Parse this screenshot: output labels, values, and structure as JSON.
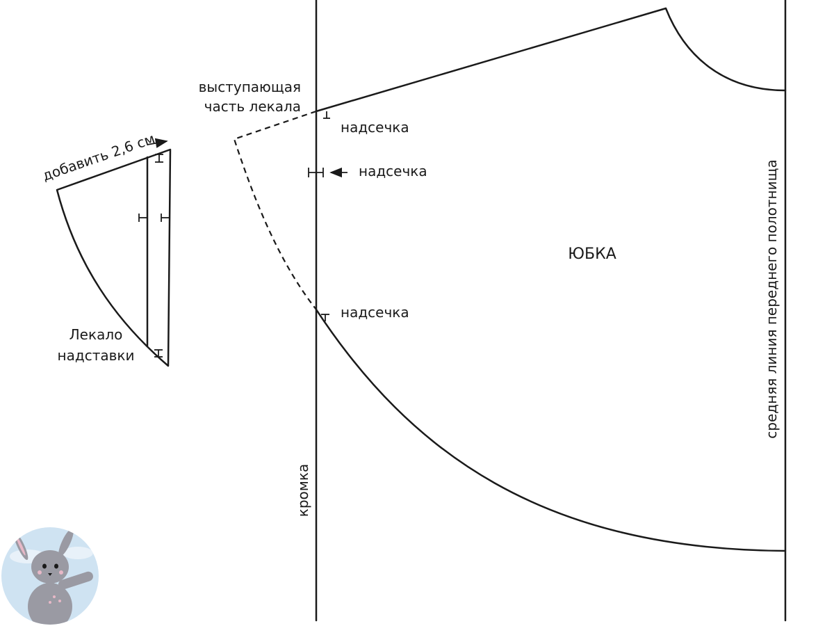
{
  "labels": {
    "protruding_part": [
      "выступающая",
      "часть лекала"
    ],
    "notch": "надсечка",
    "add_amount": "добавить 2,6 см",
    "skirt": "ЮБКА",
    "selvedge": "кромка",
    "center_front_line": "средняя линия переднего полотнища",
    "extension_template": [
      "Лекало",
      "надставки"
    ]
  },
  "colors": {
    "ink": "#1a1a1a",
    "background": "#ffffff",
    "logo_circle": "#cfe3f2",
    "logo_bunny": "#9a9aa3"
  },
  "logo": {
    "icon": "bunny-logo-icon"
  }
}
